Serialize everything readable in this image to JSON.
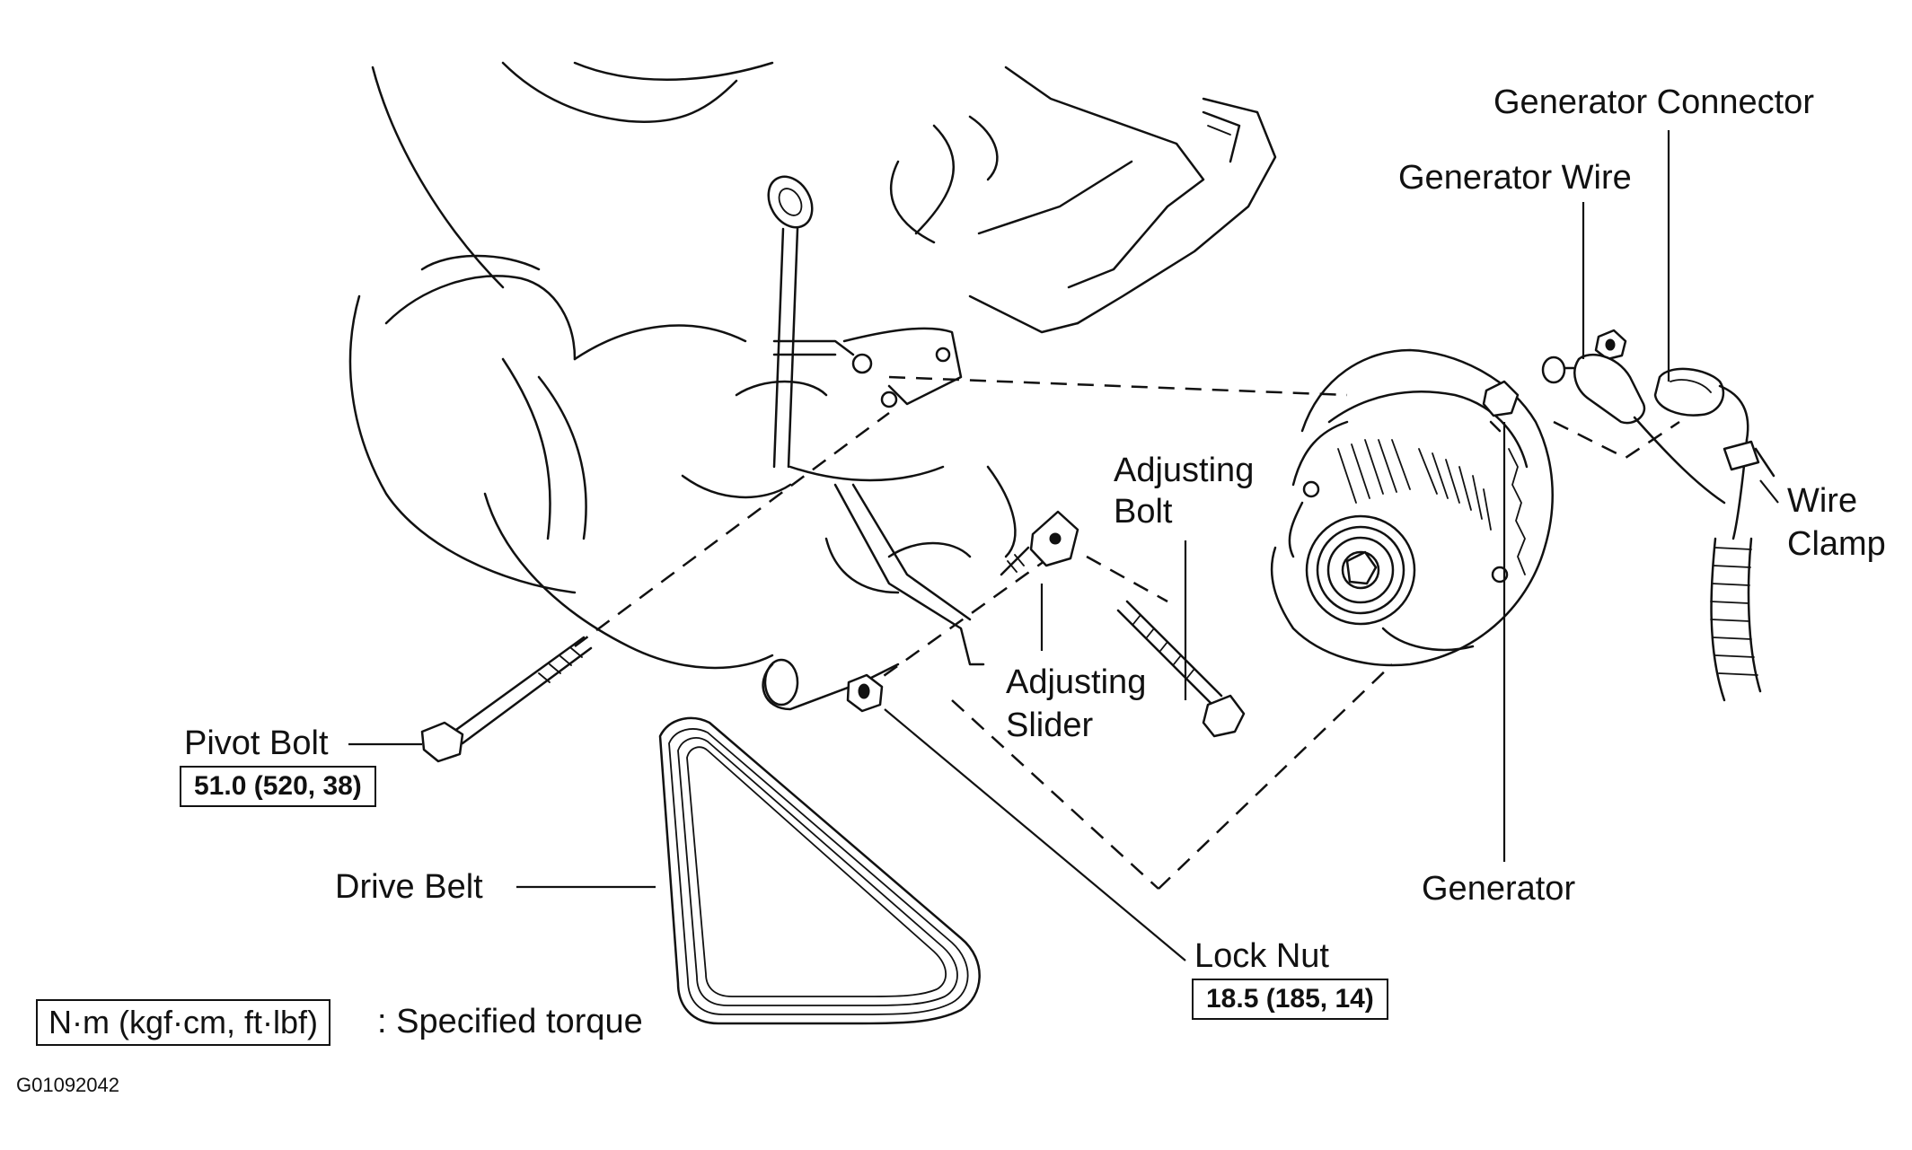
{
  "labels": {
    "generator_connector": "Generator Connector",
    "generator_wire": "Generator Wire",
    "adjusting_bolt_line1": "Adjusting",
    "adjusting_bolt_line2": "Bolt",
    "wire_clamp_line1": "Wire",
    "wire_clamp_line2": "Clamp",
    "adjusting_slider_line1": "Adjusting",
    "adjusting_slider_line2": "Slider",
    "pivot_bolt": "Pivot Bolt",
    "drive_belt": "Drive Belt",
    "generator": "Generator",
    "lock_nut": "Lock Nut"
  },
  "torque_specs": {
    "pivot_bolt": "51.0 (520, 38)",
    "lock_nut": "18.5 (185, 14)"
  },
  "legend": {
    "unit_box": "N·m (kgf·cm, ft·lbf)",
    "description": ": Specified torque"
  },
  "figure_code": "G01092042"
}
